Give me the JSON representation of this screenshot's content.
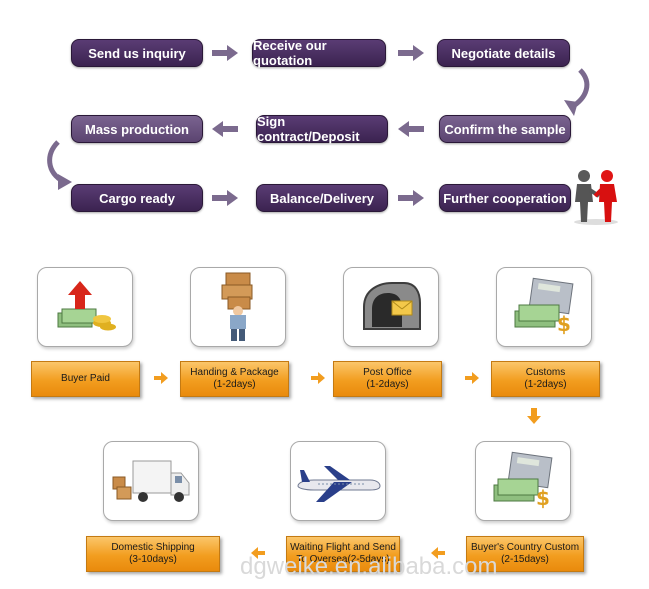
{
  "process_steps": [
    "Send us inquiry",
    "Receive our quotation",
    "Negotiate details",
    "Mass production",
    "Sign contract/Deposit",
    "Confirm the sample",
    "Cargo ready",
    "Balance/Delivery",
    "Further cooperation"
  ],
  "shipping_steps": [
    {
      "line1": "Buyer Paid",
      "line2": ""
    },
    {
      "line1": "Handing & Package",
      "line2": "(1-2days)"
    },
    {
      "line1": "Post Office",
      "line2": "(1-2days)"
    },
    {
      "line1": "Customs",
      "line2": "(1-2days)"
    },
    {
      "line1": "Buyer's Country Custom",
      "line2": "(2-15days)"
    },
    {
      "line1": "Waiting Flight and Send",
      "line2": "To Oversea(2-5days)"
    },
    {
      "line1": "Domestic Shipping",
      "line2": "(3-10days)"
    }
  ],
  "icons": [
    "money-arrow-icon",
    "worker-boxes-icon",
    "mailbox-icon",
    "calculator-money-icon",
    "calculator-money-icon",
    "airplane-icon",
    "delivery-truck-icon",
    "handshake-figures-icon"
  ],
  "colors": {
    "process_box": "#4a2e61",
    "process_text": "#ffffff",
    "arrow": "#7b6a8e",
    "orange": "#f29d1f"
  },
  "watermark": "dgweike.en.alibaba.com"
}
